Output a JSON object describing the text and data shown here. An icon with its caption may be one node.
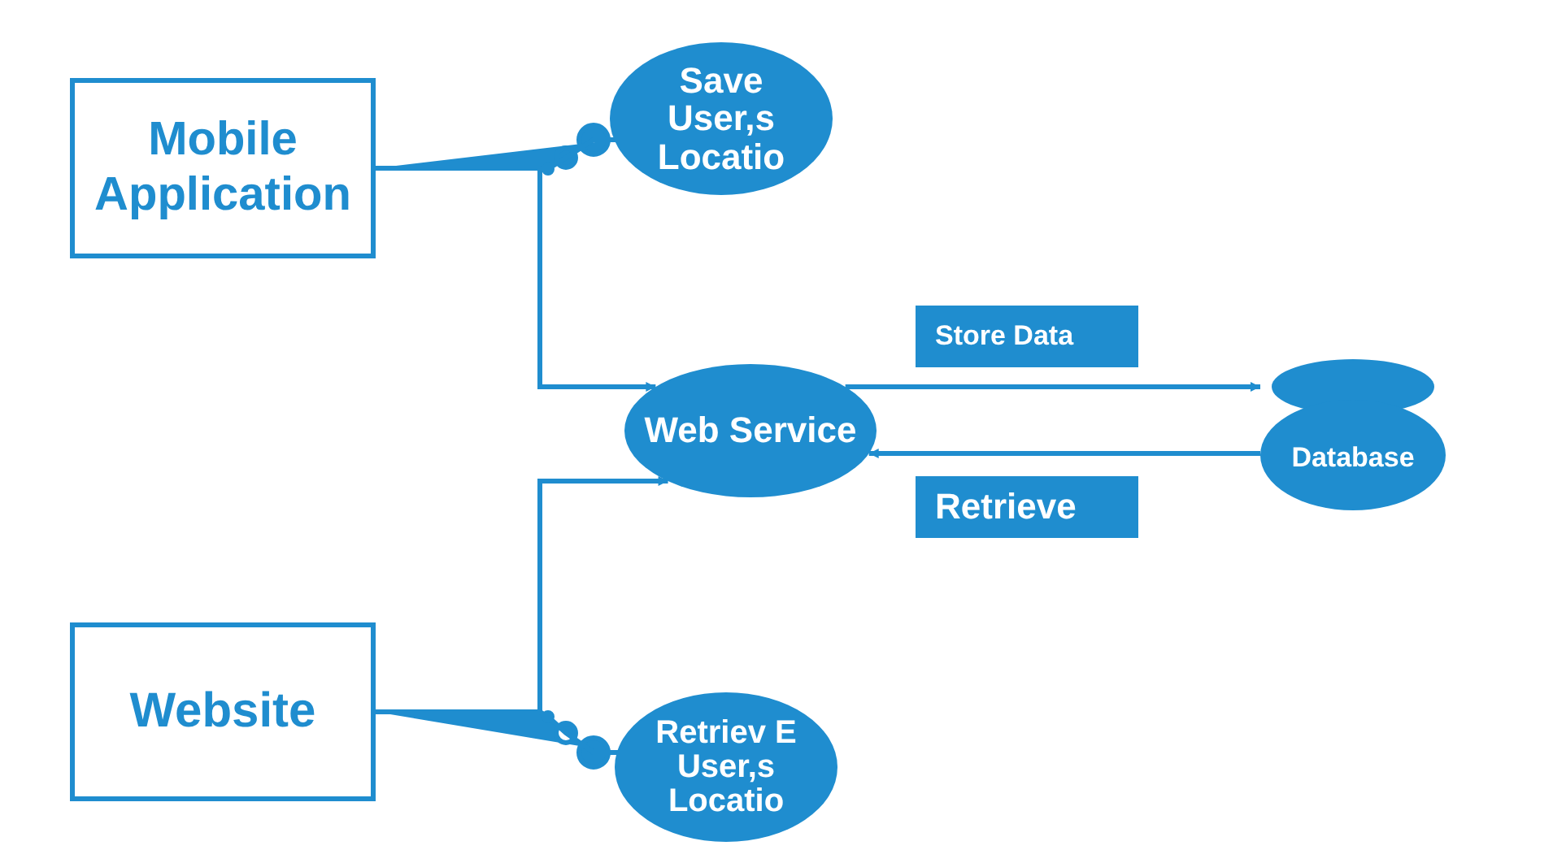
{
  "diagram": {
    "nodes": [
      {
        "text": [
          "Mobile Application"
        ]
      },
      {
        "text": [
          "Save User,s Locatio"
        ]
      },
      {
        "text": [
          "Web Service"
        ]
      },
      {
        "text": [
          "Store Data"
        ]
      },
      {
        "text": [
          "Database"
        ]
      },
      {
        "text": [
          "Retrieve"
        ]
      },
      {
        "text": [
          "Website"
        ]
      },
      {
        "text": [
          "Retriev E User,s Locatio"
        ]
      }
    ],
    "edges": [
      {
        "from": 0,
        "to": 2,
        "arrow": "to"
      },
      {
        "from": 0,
        "to": 1,
        "arrow": "none"
      },
      {
        "from": 6,
        "to": 2,
        "arrow": "to"
      },
      {
        "from": 6,
        "to": 7,
        "arrow": "none"
      },
      {
        "from": 2,
        "to": 4,
        "arrow": "to"
      },
      {
        "from": 4,
        "to": 2,
        "arrow": "to"
      }
    ]
  }
}
